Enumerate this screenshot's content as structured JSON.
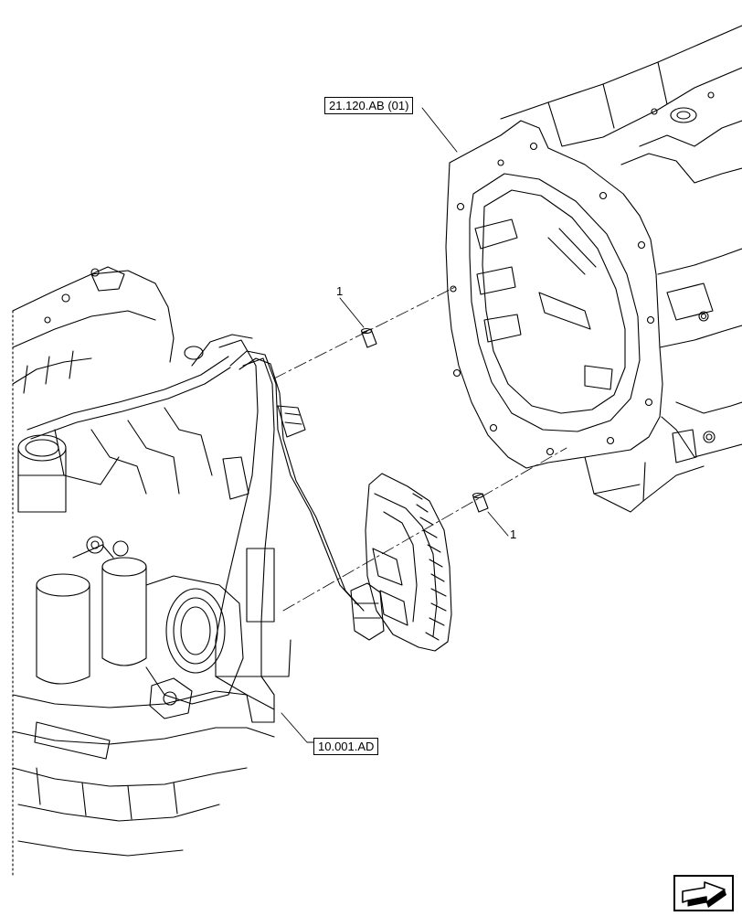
{
  "references": {
    "transmission_housing": "21.120.AB (01)",
    "engine": "10.001.AD"
  },
  "callouts": {
    "upper_dowel": "1",
    "lower_dowel": "1"
  },
  "icons": {
    "navigation": "next-page-arrow-icon"
  },
  "colors": {
    "line": "#000000",
    "background": "#ffffff"
  }
}
